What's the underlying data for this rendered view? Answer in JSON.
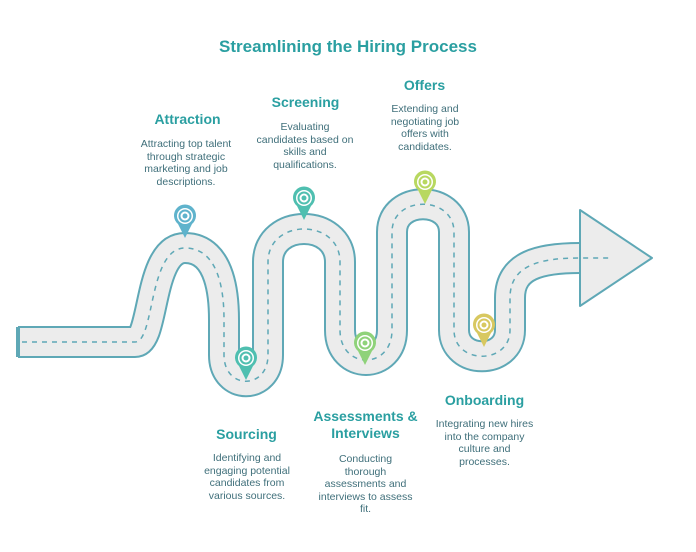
{
  "title": "Streamlining the Hiring Process",
  "colors": {
    "accent": "#2a9fa1",
    "road_fill": "#ececec",
    "road_border": "#5fa8b6",
    "pin_blue": "#5fb3cc",
    "pin_teal": "#4fbfb0",
    "pin_green": "#8fd27a",
    "pin_lime": "#b8d860",
    "pin_yellow": "#d8c860"
  },
  "stages": [
    {
      "id": "attraction",
      "title": "Attraction",
      "desc": [
        "Attracting top talent",
        "through strategic",
        "marketing and job",
        "descriptions."
      ],
      "pin_color": "blue"
    },
    {
      "id": "sourcing",
      "title": "Sourcing",
      "desc": [
        "Identifying and",
        "engaging potential",
        "candidates from",
        "various sources."
      ],
      "pin_color": "teal"
    },
    {
      "id": "screening",
      "title": "Screening",
      "desc": [
        "Evaluating",
        "candidates based on",
        "skills and",
        "qualifications."
      ],
      "pin_color": "teal"
    },
    {
      "id": "assessments",
      "title": "Assessments & Interviews",
      "title_lines": [
        "Assessments &",
        "Interviews"
      ],
      "desc": [
        "Conducting",
        "thorough",
        "assessments and",
        "interviews to assess",
        "fit."
      ],
      "pin_color": "green"
    },
    {
      "id": "offers",
      "title": "Offers",
      "desc": [
        "Extending and",
        "negotiating job",
        "offers with",
        "candidates."
      ],
      "pin_color": "lime"
    },
    {
      "id": "onboarding",
      "title": "Onboarding",
      "desc": [
        "Integrating new hires",
        "into the company",
        "culture and",
        "processes."
      ],
      "pin_color": "yellow"
    }
  ]
}
